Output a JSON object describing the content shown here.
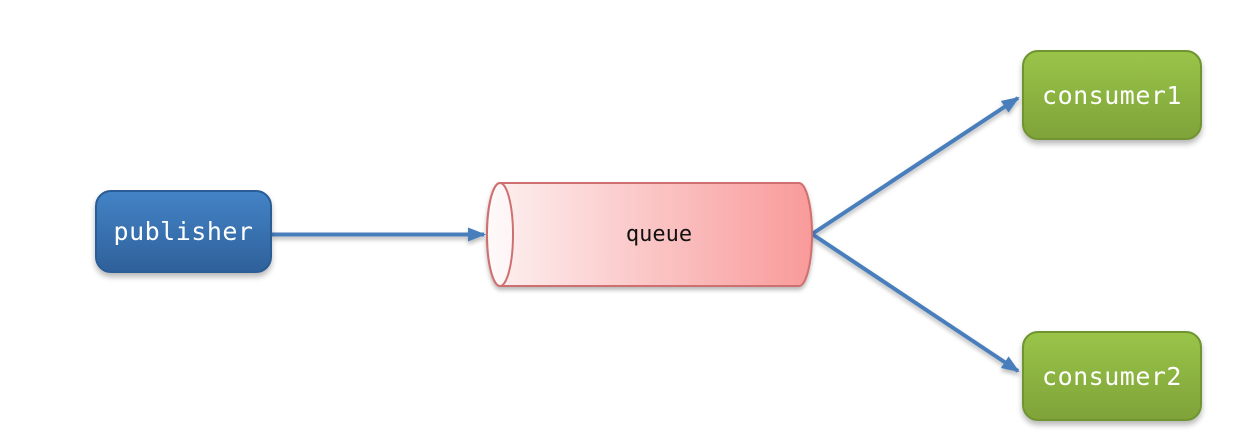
{
  "diagram": {
    "type": "flow-diagram",
    "background_color": "#ffffff",
    "edge_color": "#4a7ebc",
    "nodes": {
      "publisher": {
        "label": "publisher",
        "shape": "rounded-rectangle",
        "fill_gradient_top": "#4383c6",
        "fill_gradient_bottom": "#2f619b",
        "border_color": "#2a5c95",
        "text_color": "#ffffff"
      },
      "queue": {
        "label": "queue",
        "shape": "horizontal-cylinder",
        "fill_gradient_left": "#fdf1f1",
        "fill_gradient_right": "#f99a9a",
        "border_color": "#cf6f6f",
        "text_color": "#111111"
      },
      "consumer1": {
        "label": "consumer1",
        "shape": "rounded-rectangle",
        "fill_gradient_top": "#99c449",
        "fill_gradient_bottom": "#7fa339",
        "border_color": "#6f9430",
        "text_color": "#ffffff"
      },
      "consumer2": {
        "label": "consumer2",
        "shape": "rounded-rectangle",
        "fill_gradient_top": "#99c449",
        "fill_gradient_bottom": "#7fa339",
        "border_color": "#6f9430",
        "text_color": "#ffffff"
      }
    },
    "edges": [
      {
        "from": "publisher",
        "to": "queue",
        "style": "solid-arrow"
      },
      {
        "from": "queue",
        "to": "consumer1",
        "style": "solid-arrow"
      },
      {
        "from": "queue",
        "to": "consumer2",
        "style": "solid-arrow"
      }
    ]
  }
}
